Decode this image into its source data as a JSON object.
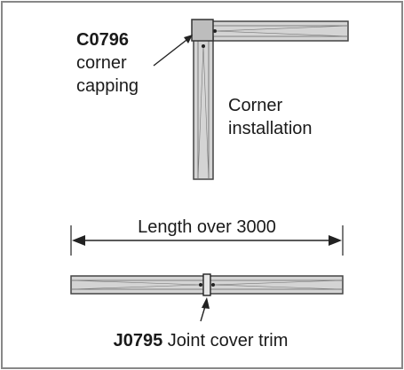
{
  "corner": {
    "code": "C0796",
    "name_line1": "corner",
    "name_line2": "capping",
    "caption_line1": "Corner",
    "caption_line2": "installation"
  },
  "straight": {
    "dimension_label": "Length over 3000",
    "code": "J0795",
    "name": "Joint cover trim"
  },
  "colors": {
    "frame": "#888888",
    "trim_fill": "#d4d4d4",
    "trim_stroke": "#444444",
    "text": "#1a1a1a"
  }
}
